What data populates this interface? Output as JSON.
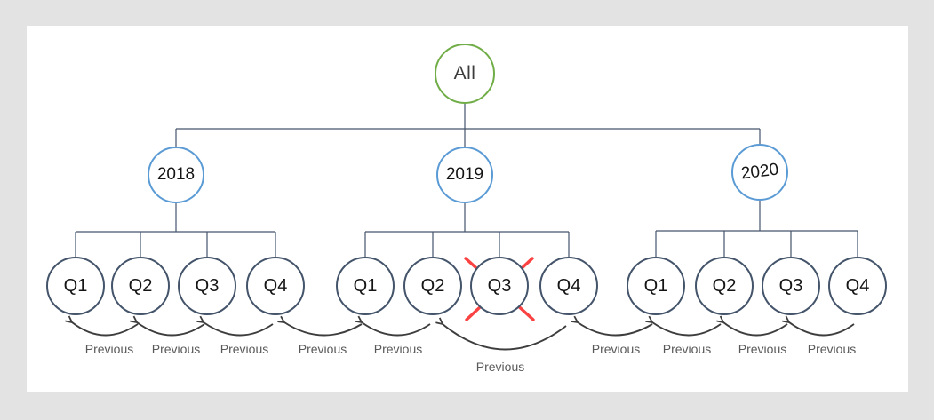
{
  "diagram_type": "hierarchy-tree",
  "tree": {
    "root": {
      "label": "All"
    },
    "years": [
      {
        "label": "2018",
        "quarters": [
          {
            "label": "Q1",
            "crossed_out": false
          },
          {
            "label": "Q2",
            "crossed_out": false
          },
          {
            "label": "Q3",
            "crossed_out": false
          },
          {
            "label": "Q4",
            "crossed_out": false
          }
        ]
      },
      {
        "label": "2019",
        "quarters": [
          {
            "label": "Q1",
            "crossed_out": false
          },
          {
            "label": "Q2",
            "crossed_out": false
          },
          {
            "label": "Q3",
            "crossed_out": true
          },
          {
            "label": "Q4",
            "crossed_out": false
          }
        ]
      },
      {
        "label": "2020",
        "quarters": [
          {
            "label": "Q1",
            "crossed_out": false
          },
          {
            "label": "Q2",
            "crossed_out": false
          },
          {
            "label": "Q3",
            "crossed_out": false
          },
          {
            "label": "Q4",
            "crossed_out": false
          }
        ]
      }
    ]
  },
  "arrows": [
    {
      "from": "2018-Q2",
      "to": "2018-Q1",
      "label": "Previous"
    },
    {
      "from": "2018-Q3",
      "to": "2018-Q2",
      "label": "Previous"
    },
    {
      "from": "2018-Q4",
      "to": "2018-Q3",
      "label": "Previous"
    },
    {
      "from": "2019-Q1",
      "to": "2018-Q4",
      "label": "Previous"
    },
    {
      "from": "2019-Q2",
      "to": "2019-Q1",
      "label": "Previous"
    },
    {
      "from": "2019-Q4",
      "to": "2019-Q2",
      "label": "Previous",
      "skips": "2019-Q3"
    },
    {
      "from": "2020-Q1",
      "to": "2019-Q4",
      "label": "Previous"
    },
    {
      "from": "2020-Q2",
      "to": "2020-Q1",
      "label": "Previous"
    },
    {
      "from": "2020-Q3",
      "to": "2020-Q2",
      "label": "Previous"
    },
    {
      "from": "2020-Q4",
      "to": "2020-Q3",
      "label": "Previous"
    }
  ],
  "colors": {
    "background": "#e3e3e3",
    "canvas": "#ffffff",
    "root_circle": "#70ad47",
    "year_circle": "#5b9bd5",
    "quarter_circle": "#44546a",
    "connector_line": "#44546a",
    "arrow": "#3d3d3d",
    "crossout_x": "#fb4242",
    "previous_text": "#595959"
  }
}
